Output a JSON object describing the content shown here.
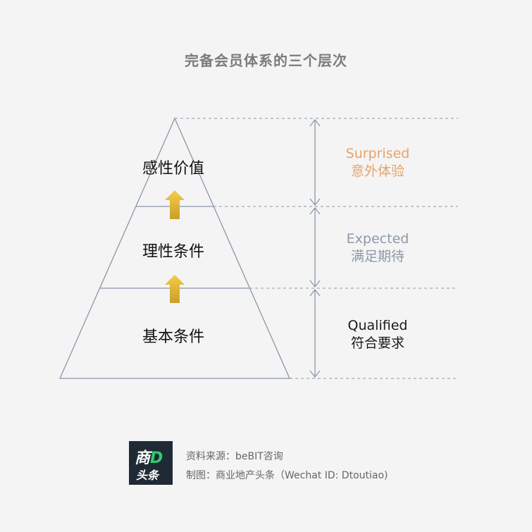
{
  "title": "完备会员体系的三个层次",
  "tiers": [
    {
      "name": "感性价值"
    },
    {
      "name": "理性条件"
    },
    {
      "name": "基本条件"
    }
  ],
  "levels": [
    {
      "en": "Surprised",
      "zh": "意外体验",
      "color": "#e8a36a"
    },
    {
      "en": "Expected",
      "zh": "满足期待",
      "color": "#8d98a8"
    },
    {
      "en": "Qualified",
      "zh": "符合要求",
      "color": "#1a1a1a"
    }
  ],
  "colors": {
    "line": "#8b97aa",
    "arrow_top": "#f5cc47",
    "arrow_bottom": "#c8a02a",
    "logo_bg": "#1f2a35",
    "logo_accent": "#2ecc71"
  },
  "footer": {
    "logo_line1": "商",
    "logo_line1_accent": "D",
    "logo_line2": "头条",
    "source": "资料来源：beBIT咨询",
    "credit": "制图：商业地产头条（Wechat ID: Dtoutiao)"
  }
}
